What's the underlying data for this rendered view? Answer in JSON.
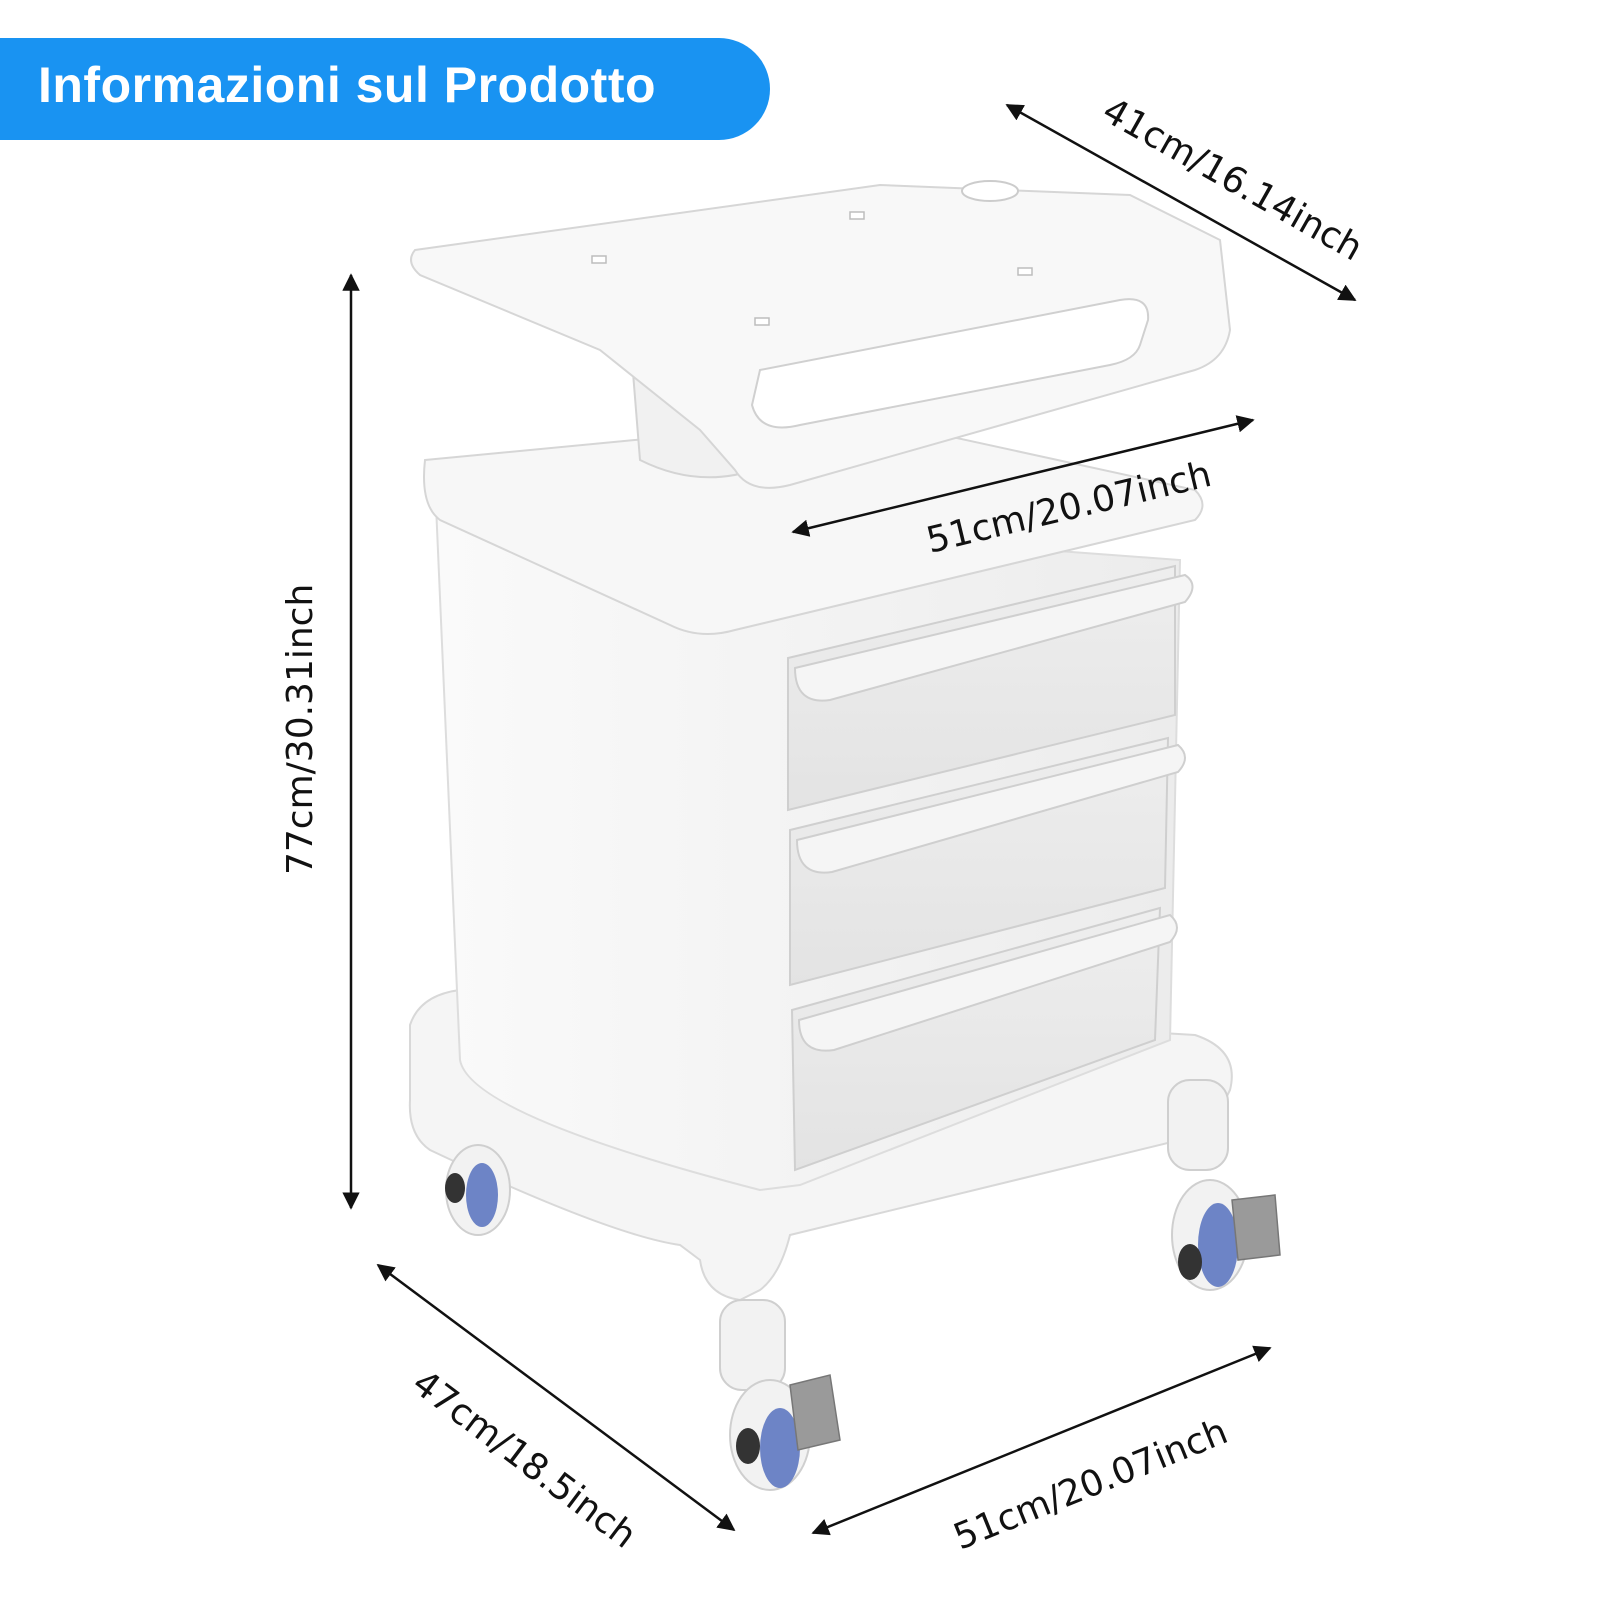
{
  "header": {
    "title": "Informazioni sul Prodotto"
  },
  "dimensions": {
    "top_depth": "41cm/16.14inch",
    "top_width": "51cm/20.07inch",
    "height": "77cm/30.31inch",
    "base_depth": "47cm/18.5inch",
    "base_width": "51cm/20.07inch"
  },
  "colors": {
    "banner": "#1993f2",
    "product_body": "#f4f4f4",
    "caster_accent": "#6d84c6"
  }
}
